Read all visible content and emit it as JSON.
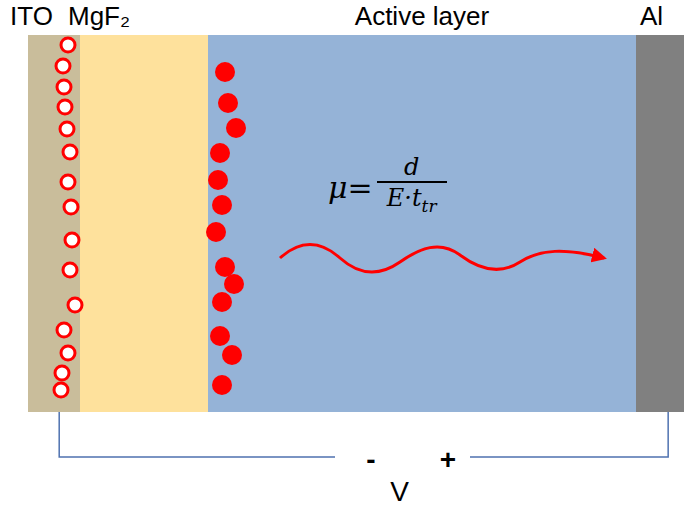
{
  "diagram": {
    "nodes": [
      {
        "text": [
          "ITO"
        ]
      },
      {
        "text": [
          "MgF₂"
        ]
      },
      {
        "text": [
          "Active layer",
          "μ=",
          "d",
          "E·t",
          "tr"
        ]
      },
      {
        "text": [
          "Al"
        ]
      }
    ],
    "edges": [
      {
        "from": 0,
        "to": 3,
        "arrow": "none",
        "label": "V"
      }
    ],
    "labels": [
      "-",
      "+"
    ]
  }
}
